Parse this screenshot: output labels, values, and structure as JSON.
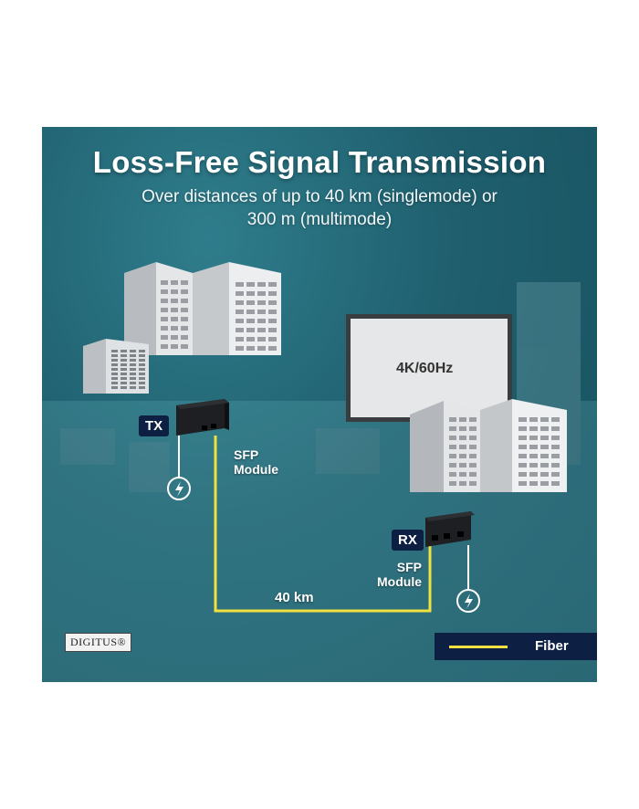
{
  "header": {
    "title": "Loss-Free Signal Transmission",
    "subtitle_line1": "Over distances of up to 40 km (singlemode) or",
    "subtitle_line2": "300 m (multimode)"
  },
  "transmitter": {
    "tag": "TX",
    "module_line1": "SFP",
    "module_line2": "Module"
  },
  "receiver": {
    "tag": "RX",
    "module_line1": "SFP",
    "module_line2": "Module"
  },
  "display": {
    "label": "4K/60Hz"
  },
  "link": {
    "distance_label": "40 km",
    "cable_color": "#f0e040"
  },
  "legend": {
    "label": "Fiber"
  },
  "brand": {
    "logo_text": "DIGITUS®"
  },
  "colors": {
    "tag_bg": "#0e1f44",
    "background": "#1f5f6e",
    "fiber": "#f0e040"
  },
  "icons": [
    "building-icon",
    "server-rack-icon",
    "power-icon",
    "monitor-icon",
    "extender-icon"
  ]
}
